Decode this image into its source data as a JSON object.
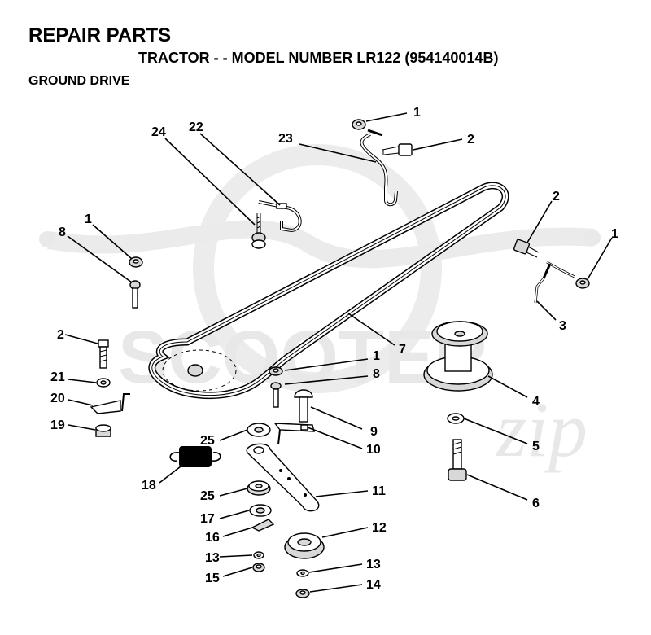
{
  "header": {
    "title": "REPAIR PARTS",
    "subtitle": "TRACTOR - - MODEL NUMBER LR122 (954140014B)",
    "section": "GROUND DRIVE"
  },
  "watermark": {
    "text": "SCOOTER",
    "script_text": "zip"
  },
  "callouts": [
    {
      "id": "c1a",
      "label": "1"
    },
    {
      "id": "c2a",
      "label": "2"
    },
    {
      "id": "c23",
      "label": "23"
    },
    {
      "id": "c24",
      "label": "24"
    },
    {
      "id": "c22",
      "label": "22"
    },
    {
      "id": "c2b",
      "label": "2"
    },
    {
      "id": "c1b",
      "label": "1"
    },
    {
      "id": "c1c",
      "label": "1"
    },
    {
      "id": "c8a",
      "label": "8"
    },
    {
      "id": "c3",
      "label": "3"
    },
    {
      "id": "c7",
      "label": "7"
    },
    {
      "id": "c2c",
      "label": "2"
    },
    {
      "id": "c1d",
      "label": "1"
    },
    {
      "id": "c21",
      "label": "21"
    },
    {
      "id": "c8b",
      "label": "8"
    },
    {
      "id": "c4",
      "label": "4"
    },
    {
      "id": "c20",
      "label": "20"
    },
    {
      "id": "c9",
      "label": "9"
    },
    {
      "id": "c19",
      "label": "19"
    },
    {
      "id": "c5",
      "label": "5"
    },
    {
      "id": "c25a",
      "label": "25"
    },
    {
      "id": "c10",
      "label": "10"
    },
    {
      "id": "c18",
      "label": "18"
    },
    {
      "id": "c6",
      "label": "6"
    },
    {
      "id": "c25b",
      "label": "25"
    },
    {
      "id": "c11",
      "label": "11"
    },
    {
      "id": "c17",
      "label": "17"
    },
    {
      "id": "c12",
      "label": "12"
    },
    {
      "id": "c16",
      "label": "16"
    },
    {
      "id": "c13a",
      "label": "13"
    },
    {
      "id": "c13b",
      "label": "13"
    },
    {
      "id": "c15",
      "label": "15"
    },
    {
      "id": "c14",
      "label": "14"
    }
  ]
}
